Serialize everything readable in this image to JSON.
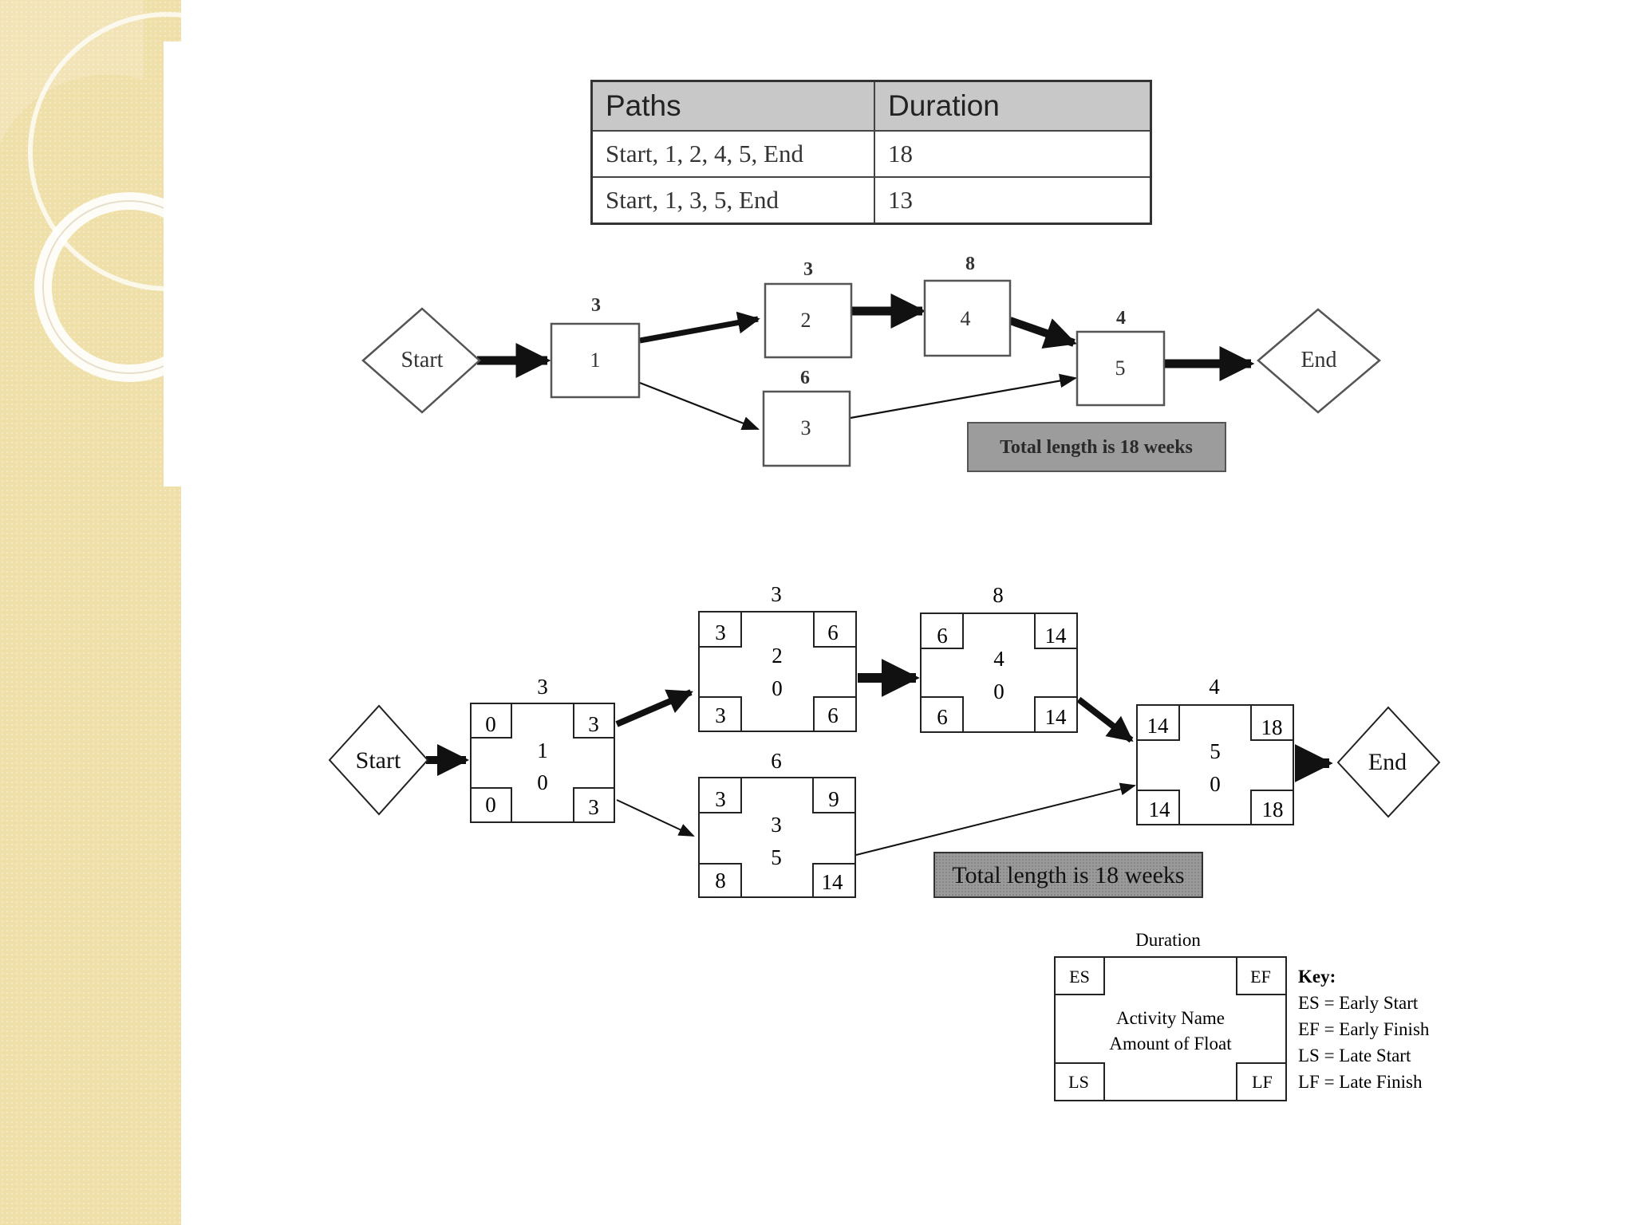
{
  "paths_table": {
    "headers": [
      "Paths",
      "Duration"
    ],
    "rows": [
      [
        "Start, 1, 2, 4, 5, End",
        "18"
      ],
      [
        "Start, 1, 3, 5, End",
        "13"
      ]
    ]
  },
  "diagram1": {
    "start_label": "Start",
    "end_label": "End",
    "nodes": [
      {
        "name": "1",
        "duration": "3"
      },
      {
        "name": "2",
        "duration": "3"
      },
      {
        "name": "4",
        "duration": "8"
      },
      {
        "name": "3",
        "duration": "6"
      },
      {
        "name": "5",
        "duration": "4"
      }
    ],
    "total_label": "Total length is 18 weeks"
  },
  "diagram2": {
    "start_label": "Start",
    "end_label": "End",
    "nodes": [
      {
        "name": "1",
        "float": "0",
        "duration": "3",
        "es": "0",
        "ef": "3",
        "ls": "0",
        "lf": "3"
      },
      {
        "name": "2",
        "float": "0",
        "duration": "3",
        "es": "3",
        "ef": "6",
        "ls": "3",
        "lf": "6"
      },
      {
        "name": "4",
        "float": "0",
        "duration": "8",
        "es": "6",
        "ef": "14",
        "ls": "6",
        "lf": "14"
      },
      {
        "name": "3",
        "float": "5",
        "duration": "6",
        "es": "3",
        "ef": "9",
        "ls": "8",
        "lf": "14"
      },
      {
        "name": "5",
        "float": "0",
        "duration": "4",
        "es": "14",
        "ef": "18",
        "ls": "14",
        "lf": "18"
      }
    ],
    "total_label": "Total length is 18 weeks"
  },
  "legend": {
    "duration": "Duration",
    "es": "ES",
    "ef": "EF",
    "ls": "LS",
    "lf": "LF",
    "activity_name": "Activity Name",
    "amount_of_float": "Amount of Float",
    "key_title": "Key:",
    "key_items": [
      "ES = Early Start",
      "EF = Early Finish",
      "LS = Late Start",
      "LF = Late Finish"
    ]
  }
}
